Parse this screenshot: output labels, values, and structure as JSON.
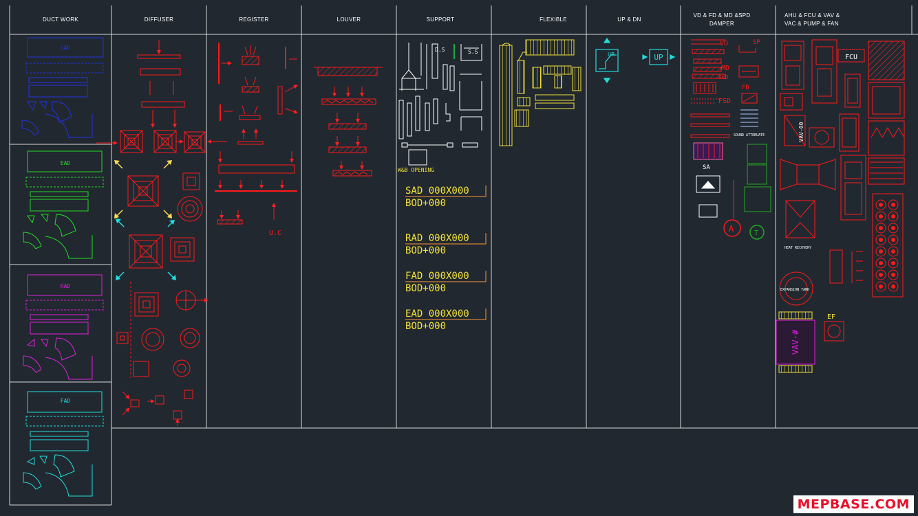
{
  "headers": {
    "duct_work": "DUCT WORK",
    "diffuser": "DIFFUSER",
    "register": "REGISTER",
    "louver": "LOUVER",
    "support": "SUPPORT",
    "flexible": "FLEXIBLE",
    "up_dn": "UP & DN",
    "damper_line1": "VD & FD & MD &SPD",
    "damper_line2": "DAMPER",
    "equip_line1": "AHU & FCU & VAV &",
    "equip_line2": "VAC & PUMP & FAN"
  },
  "duct_labels": {
    "sad": "SAD",
    "ead": "EAD",
    "rad": "RAD",
    "fad": "FAD"
  },
  "register_labels": {
    "uc": "U.C"
  },
  "support_labels": {
    "ds": "D.S",
    "ss": "S.S",
    "opening": "W&B OPENING"
  },
  "air_tags": [
    {
      "name": "SAD 000X000",
      "bod": "BOD+000"
    },
    {
      "name": "RAD 000X000",
      "bod": "BOD+000"
    },
    {
      "name": "FAD 000X000",
      "bod": "BOD+000"
    },
    {
      "name": "EAD 000X000",
      "bod": "BOD+000"
    }
  ],
  "updn_labels": {
    "up1": "UP",
    "up2": "UP"
  },
  "damper_labels": {
    "vd": "VD",
    "md": "MD",
    "ald": "ALD",
    "fsd": "FSD",
    "sp": "SP",
    "fd": "FD",
    "sound": "SOUND ATTENUATE",
    "sa": "SA",
    "a": "A",
    "t": "T"
  },
  "equip_labels": {
    "fcu": "FCU",
    "vav00": "VAV-00",
    "heat": "HEAT RECOVERY",
    "tank": "EXPANSION TANK",
    "ef": "EF",
    "vavn": "VAV-#"
  },
  "watermark": "MEPBASE.COM",
  "colors": {
    "background": "#212830",
    "grid": "#d8d8d8",
    "sad": "#2233dd",
    "ead": "#22dd22",
    "rad": "#dd22dd",
    "fad": "#22dddd",
    "symbol": "#ff1a1a",
    "tag": "#f2e23a",
    "support": "#ffffff",
    "watermark": "#e8102a"
  }
}
